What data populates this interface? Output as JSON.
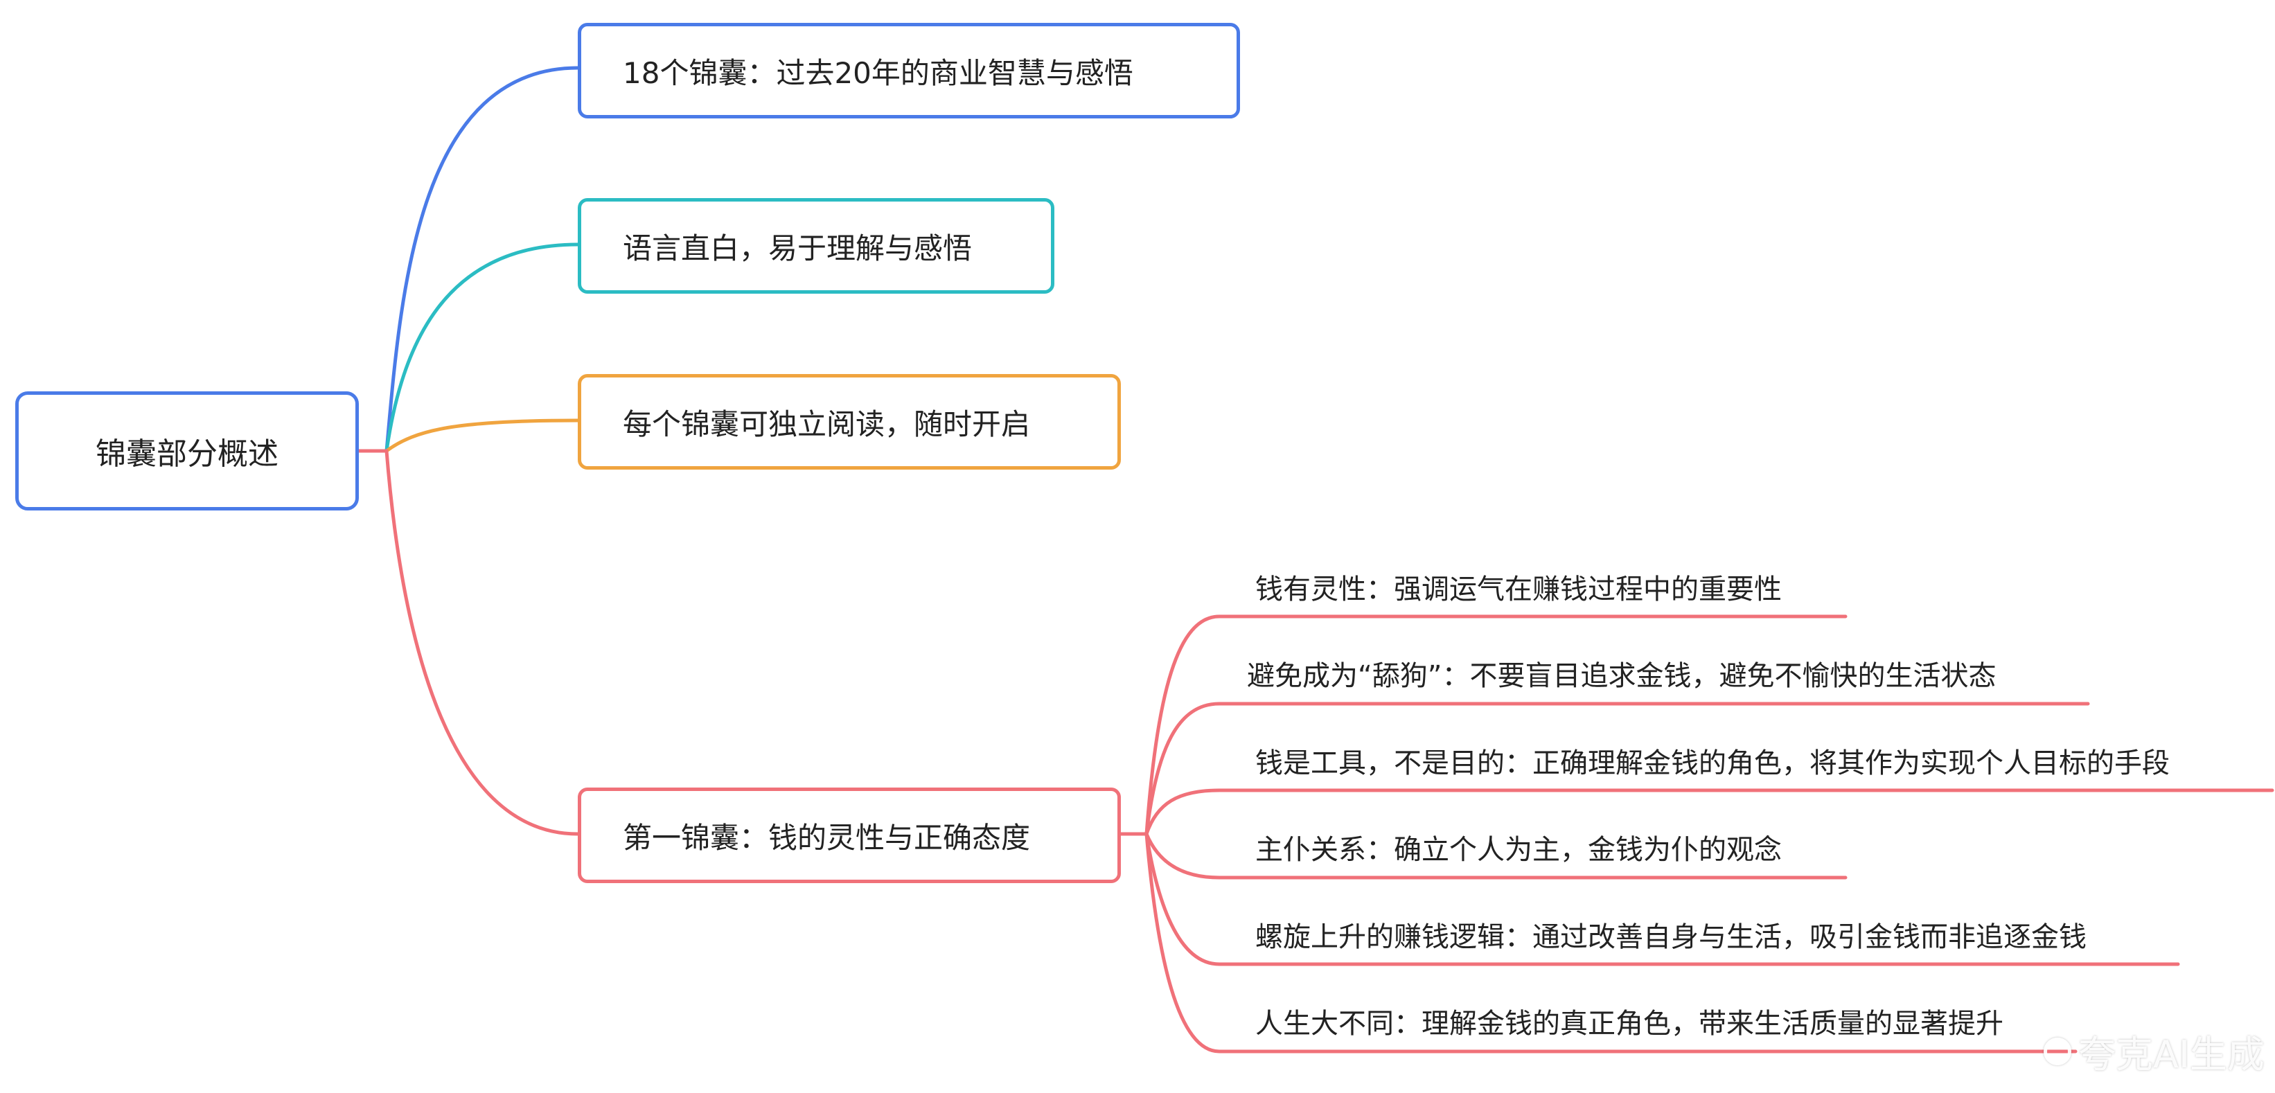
{
  "root": {
    "label": "锦囊部分概述"
  },
  "children": [
    {
      "label": "18个锦囊：过去20年的商业智慧与感悟",
      "color": "#4a7be8"
    },
    {
      "label": "语言直白，易于理解与感悟",
      "color": "#2bbcc3"
    },
    {
      "label": "每个锦囊可独立阅读，随时开启",
      "color": "#f0a43f"
    },
    {
      "label": "第一锦囊：钱的灵性与正确态度",
      "color": "#f07179",
      "items": [
        "钱有灵性：强调运气在赚钱过程中的重要性",
        "避免成为“舔狗”：不要盲目追求金钱，避免不愉快的生活状态",
        "钱是工具，不是目的：正确理解金钱的角色，将其作为实现个人目标的手段",
        "主仆关系：确立个人为主，金钱为仆的观念",
        "螺旋上升的赚钱逻辑：通过改善自身与生活，吸引金钱而非追逐金钱",
        "人生大不同：理解金钱的真正角色，带来生活质量的显著提升"
      ]
    }
  ],
  "watermark": {
    "text": "夸克AI生成"
  }
}
